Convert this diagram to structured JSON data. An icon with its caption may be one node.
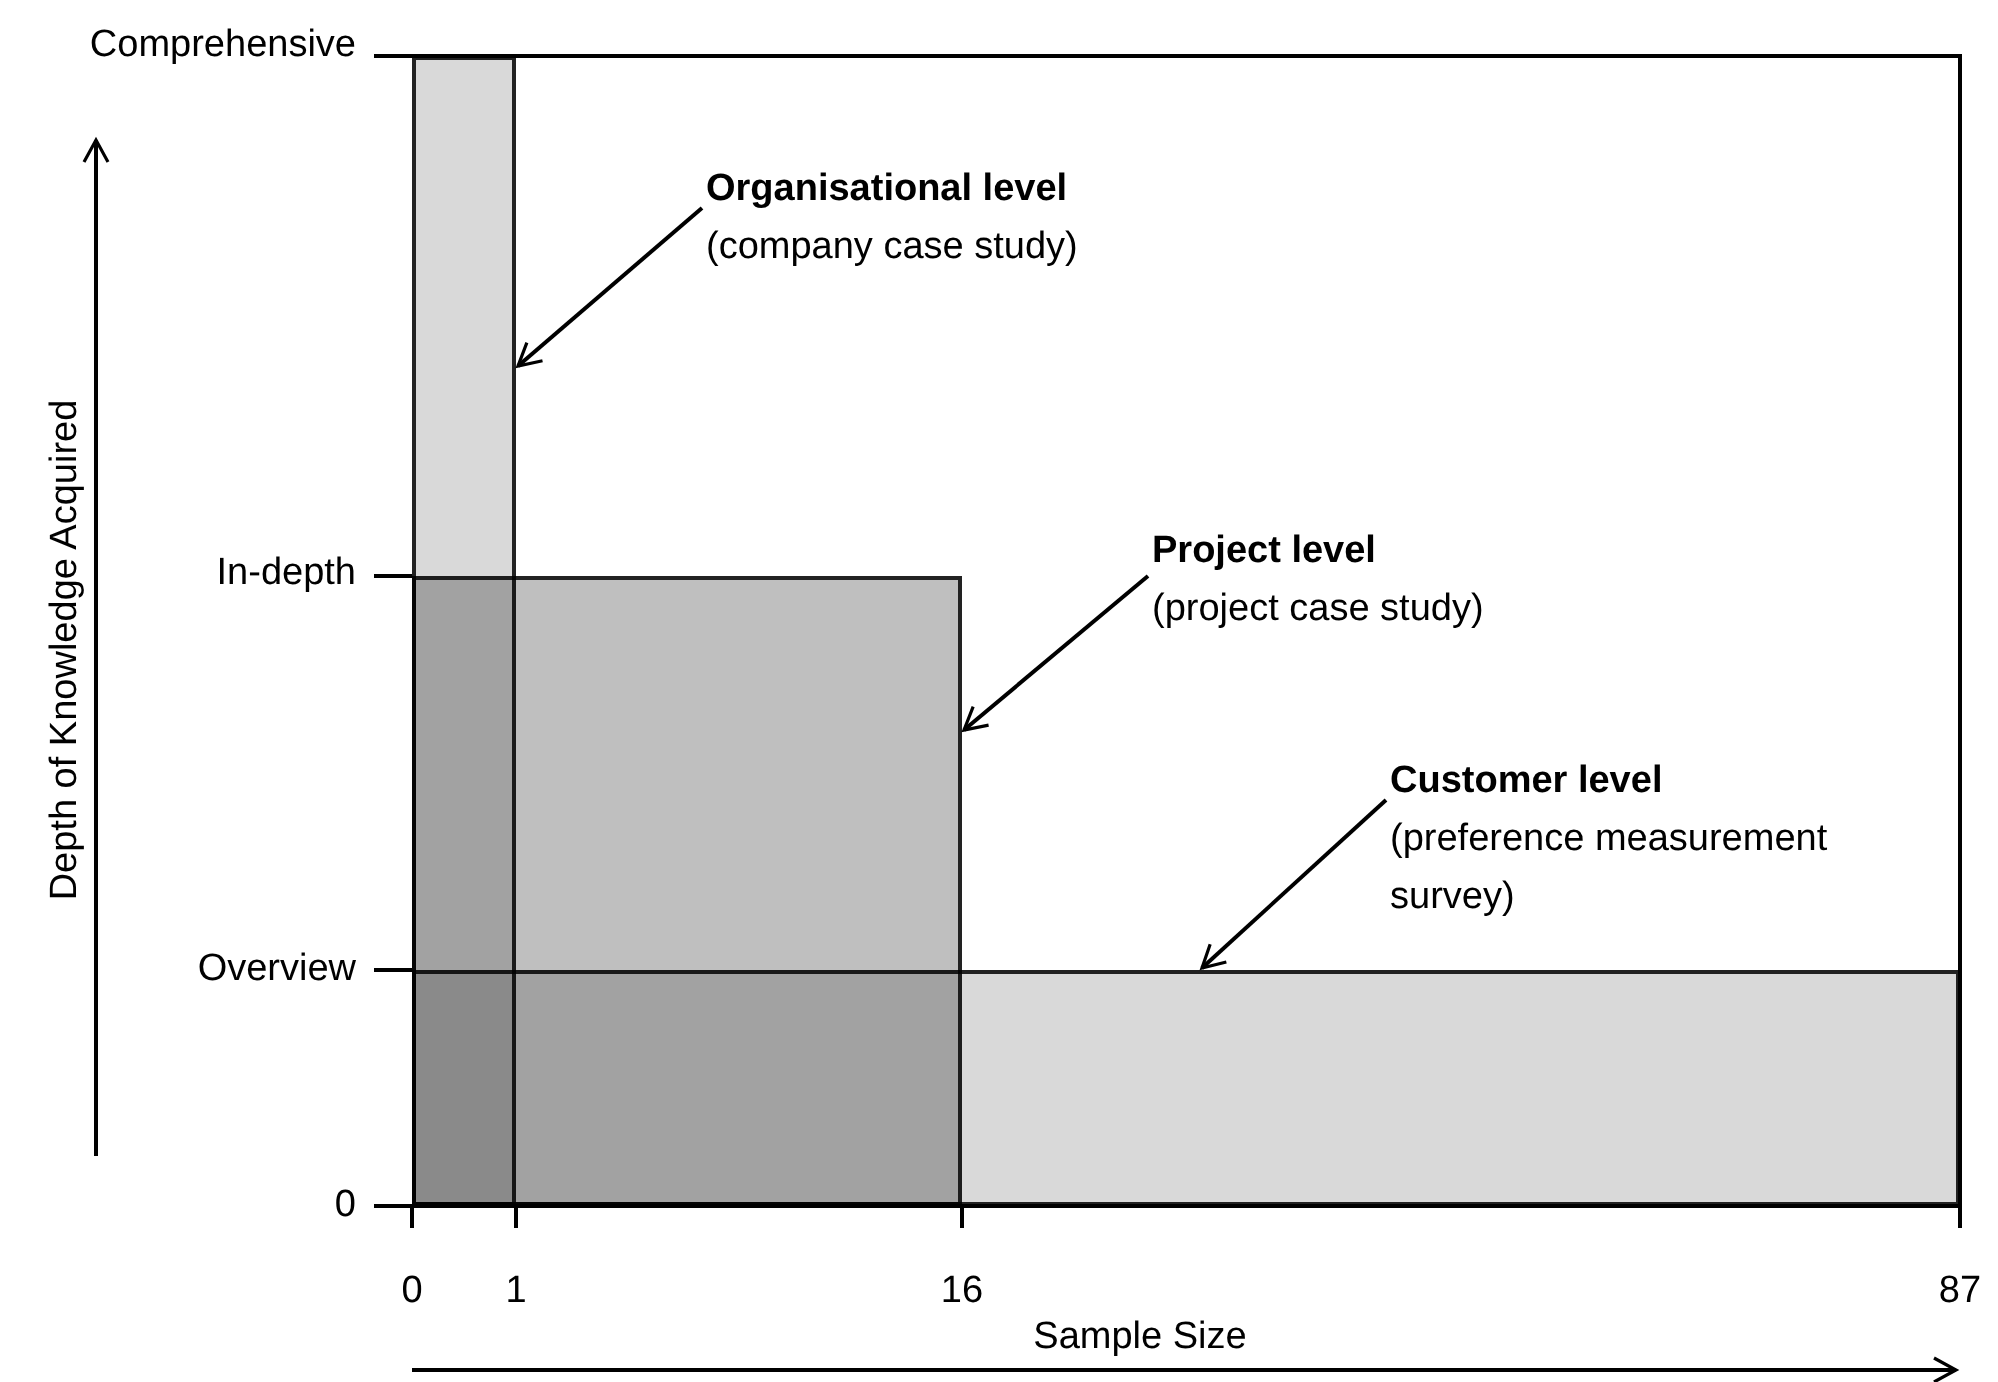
{
  "diagram": {
    "nodes": [
      {
        "text": [
          "Organisational level",
          "(company case study)"
        ]
      },
      {
        "text": [],
        "shape": "box"
      },
      {
        "text": [
          "Project level",
          "(project case study)"
        ]
      },
      {
        "text": [],
        "shape": "box"
      },
      {
        "text": [
          "Customer level",
          "(preference measurement survey)"
        ]
      },
      {
        "text": [],
        "shape": "box"
      }
    ],
    "edges": [
      {
        "from": 0,
        "to": 1,
        "arrow": "to"
      },
      {
        "from": 2,
        "to": 3,
        "arrow": "to"
      },
      {
        "from": 4,
        "to": 5,
        "arrow": "to"
      }
    ],
    "labels": [
      "Comprehensive",
      "In-depth",
      "Overview",
      "0",
      "Depth of Knowledge Acquired",
      "0",
      "1",
      "16",
      "87",
      "Sample Size"
    ]
  }
}
